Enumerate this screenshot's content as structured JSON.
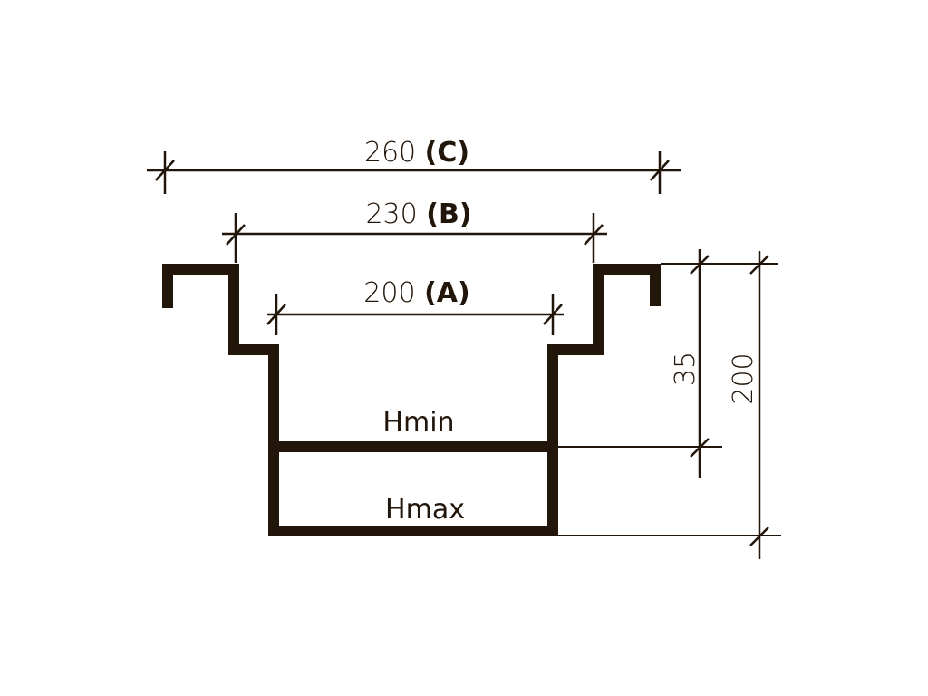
{
  "colors": {
    "line": "#221509",
    "background": "#ffffff"
  },
  "dimensions": {
    "C": {
      "value": "260",
      "tag": "(C)"
    },
    "B": {
      "value": "230",
      "tag": "(B)"
    },
    "A": {
      "value": "200",
      "tag": "(A)"
    },
    "depth_min": {
      "value": "35"
    },
    "depth_max": {
      "value": "200"
    }
  },
  "labels": {
    "hmin": "Hmin",
    "hmax": "Hmax"
  }
}
